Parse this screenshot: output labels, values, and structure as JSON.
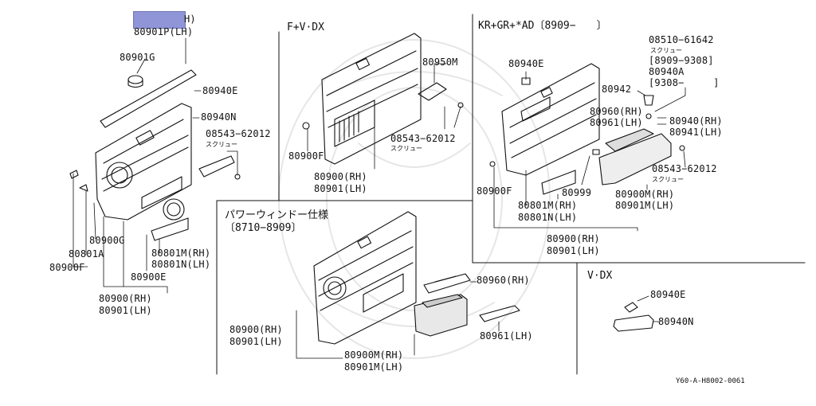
{
  "diagram": {
    "sections": {
      "fvdx": "F+V·DX",
      "krgr": "KR+GR+*AD〔8909−　　〕",
      "power": "パワーウィンドー仕様",
      "power_range": "〔8710−8909〕",
      "vdx": "V·DX"
    },
    "labels": {
      "p80901P_partial": "H)",
      "p80901P": "80901P(LH)",
      "p80901G": "80901G",
      "p80940E_a": "80940E",
      "p80940N_a": "80940N",
      "p08543_a": "08543−62012",
      "screw_a": "スクリュー",
      "p80900G": "80900G",
      "p80801A": "80801A",
      "p80900F_a": "80900F",
      "p80801M_a": "80801M(RH)",
      "p80801N_a": "80801N(LH)",
      "p80900E": "80900E",
      "p80900RH_a": "80900(RH)",
      "p80901LH_a": "80901(LH)",
      "p80950M": "80950M",
      "p08543_b": "08543−62012",
      "screw_b": "スクリュー",
      "p80900F_b": "80900F",
      "p80900RH_b": "80900(RH)",
      "p80901LH_b": "80901(LH)",
      "p80940E_b": "80940E",
      "p08510": "08510−61642",
      "screw_c": "スクリュー",
      "range_c": "[8909−9308]",
      "p80940A": "80940A",
      "range_d": "[9308−　　　]",
      "p80942": "80942",
      "p80960_a": "80960(RH)",
      "p80961_a": "80961(LH)",
      "p80940RH": "80940(RH)",
      "p80941LH": "80941(LH)",
      "p08543_c": "08543−62012",
      "screw_d": "スクリュー",
      "p80900F_c": "80900F",
      "p80999": "80999",
      "p80900M_a": "80900M(RH)",
      "p80901M_a": "80901M(LH)",
      "p80801M_b": "80801M(RH)",
      "p80801N_b": "80801N(LH)",
      "p80900RH_c": "80900(RH)",
      "p80901LH_c": "80901(LH)",
      "p80960_b": "80960(RH)",
      "p80900RH_d": "80900(RH)",
      "p80901LH_d": "80901(LH)",
      "p80961_b": "80961(LH)",
      "p80900M_b": "80900M(RH)",
      "p80901M_b": "80901M(LH)",
      "p80940E_c": "80940E",
      "p80940N_b": "80940N"
    },
    "code": "Y60-A-H8002-0061",
    "highlight_color": "#8f95d6"
  }
}
